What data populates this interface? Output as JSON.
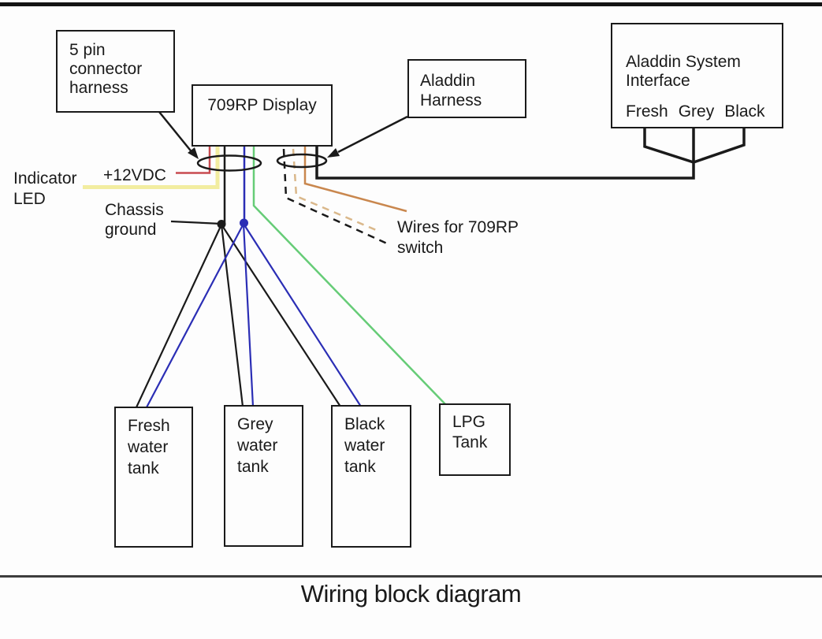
{
  "title": "Wiring block diagram",
  "colors": {
    "line": "#1a1a1a",
    "red": "#c84b50",
    "yellow": "#f2eda0",
    "blue": "#2b2eb5",
    "green": "#66cc77",
    "orange": "#c9874e",
    "tan": "#dab88b"
  },
  "boxes": {
    "five_pin_connector": "5 pin\nconnector\nharness",
    "display": "709RP Display",
    "aladdin_harness": "Aladdin\nHarness",
    "aladdin_system": "Aladdin System\nInterface",
    "aladdin_pins": [
      "Fresh",
      "Grey",
      "Black"
    ],
    "fresh_tank": "Fresh\nwater\ntank",
    "grey_tank": "Grey\nwater\ntank",
    "black_tank": "Black\nwater\ntank",
    "lpg_tank": "LPG\nTank"
  },
  "labels": {
    "indicator_led": "Indicator\nLED",
    "plus_12vdc": "+12VDC",
    "chassis_ground": "Chassis\nground",
    "wires_for_switch": "Wires for 709RP\nswitch"
  }
}
